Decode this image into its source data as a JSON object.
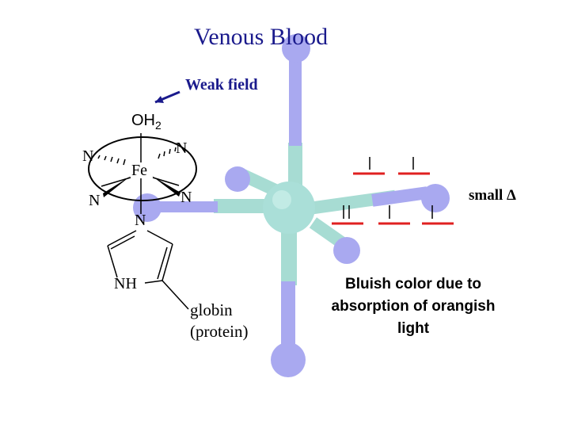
{
  "title": "Venous Blood",
  "weak_field_label": "Weak field",
  "small_delta_label": "small Δ",
  "explanation": "Bluish color due to absorption of orangish light",
  "atoms": {
    "oh2_o": "OH",
    "oh2_sub": "2",
    "fe": "Fe",
    "n_upper_left": "N",
    "n_upper_right": "N",
    "n_lower_left": "N",
    "n_lower_right": "N",
    "n_imidazole": "N",
    "nh": "NH"
  },
  "globin_label": [
    "globin",
    "(protein)"
  ],
  "colors": {
    "title": "#1a1a8c",
    "arrow": "#1a1a8c",
    "ligand": "#a9a9f0",
    "ligand_dark": "#8f8fe0",
    "bond": "#a7dcd3",
    "metal": "#aadfd8",
    "level": "#e02020"
  },
  "icons": [
    "arrow-icon"
  ]
}
